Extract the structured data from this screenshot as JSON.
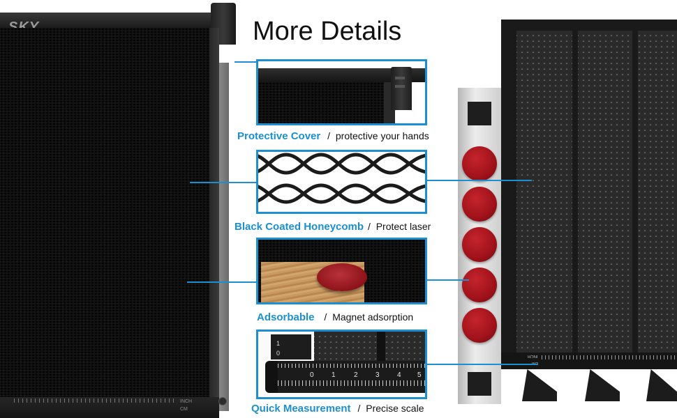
{
  "heading": "More Details",
  "brand_logo": "SKY",
  "left_scale": {
    "unit_top": "INCH",
    "unit_bottom": "CM"
  },
  "right_scale": {
    "unit_top": "INCH",
    "unit_bottom": "CM"
  },
  "ruler_numbers": [
    "0",
    "1",
    "2",
    "3",
    "4",
    "5"
  ],
  "ruler_numbers_small": [
    "0",
    "1"
  ],
  "features": [
    {
      "title": "Protective Cover",
      "separator": "/",
      "desc": "protective your hands"
    },
    {
      "title": "Black Coated Honeycomb",
      "separator": "/",
      "desc": "Protect laser"
    },
    {
      "title": "Adsorbable",
      "separator": "/",
      "desc": "Magnet adsorption"
    },
    {
      "title": "Quick Measurement",
      "separator": "/",
      "desc": "Precise scale"
    }
  ],
  "colors": {
    "accent": "#1c8fd0",
    "magnet": "#b01a22",
    "frame": "#1a1a1a"
  }
}
